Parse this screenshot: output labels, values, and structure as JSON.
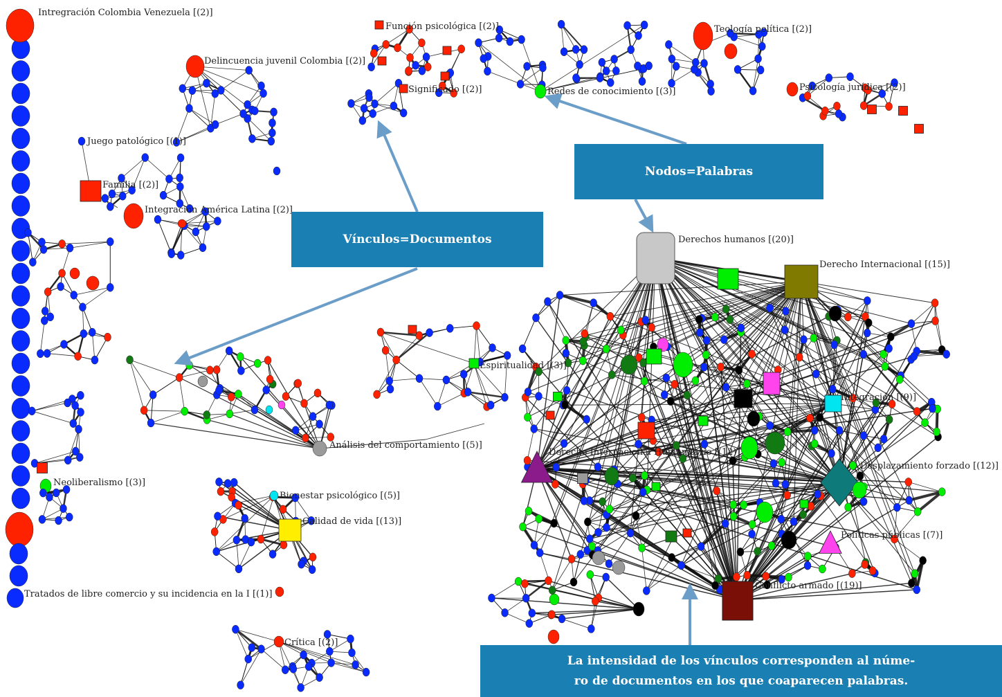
{
  "callouts": {
    "nodos": "Nodos=Palabras",
    "vinculos": "Vínculos=Documentos",
    "intensidad_line1": "La intensidad de los vínculos corresponden al núme-",
    "intensidad_line2": "ro de documentos en los que coaparecen palabras."
  },
  "colors": {
    "callout_bg": "#1a7fb2",
    "node_blue": "#0a2bff",
    "node_red": "#ff2200",
    "node_green": "#00ee00",
    "node_darkgreen": "#127a12",
    "node_gray": "#9a9a9a",
    "node_cyan": "#00e5f0",
    "node_yellow": "#ffee00",
    "node_olive": "#807a00",
    "node_purple": "#8b1a8b",
    "node_teal": "#0e7a7a",
    "node_magenta": "#ff44ee",
    "node_maroon": "#7a0f08",
    "arrow": "#6a9dc8"
  },
  "labels": [
    {
      "id": "integracion-colombia-venezuela",
      "text": "Intregración Colombia Venezuela [(2)]"
    },
    {
      "id": "funcion-psicologica",
      "text": "Función psicológica [(2)]"
    },
    {
      "id": "teologia-politica",
      "text": "Teología política [(2)]"
    },
    {
      "id": "delincuencia-juvenil",
      "text": "Delincuencia juvenil Colombia [(2)]"
    },
    {
      "id": "significado",
      "text": "Significado [(2)]"
    },
    {
      "id": "redes-conocimiento",
      "text": "Redes de conocimiento [(3)]"
    },
    {
      "id": "psicologia-juridica",
      "text": "Psicología jurídica [(2)]"
    },
    {
      "id": "juego-patologico",
      "text": "Juego patológico [(1)]"
    },
    {
      "id": "familia",
      "text": "Familia [(2)]"
    },
    {
      "id": "integracion-america-latina",
      "text": "Integración América Latina [(2)]"
    },
    {
      "id": "derechos-humanos",
      "text": "Derechos humanos [(20)]"
    },
    {
      "id": "derecho-internacional",
      "text": "Derecho Internacional [(15)]"
    },
    {
      "id": "espiritualidad",
      "text": "Espiritualidad [(3)]"
    },
    {
      "id": "integracion",
      "text": "Integración [(9)]"
    },
    {
      "id": "analisis-comportamiento",
      "text": "Análisis del comportamiento [(5)]"
    },
    {
      "id": "dih",
      "text": "Derecho Internacional Humanitario [(12)]"
    },
    {
      "id": "desplazamiento-forzado",
      "text": "Desplazamiento forzado [(12)]"
    },
    {
      "id": "neoliberalismo",
      "text": "Neoliberalismo [(3)]"
    },
    {
      "id": "bienestar-psicologico",
      "text": "Bienestar psicológico [(5)]"
    },
    {
      "id": "calidad-vida",
      "text": "Calidad de vida [(13)]"
    },
    {
      "id": "politicas-publicas",
      "text": "Políticas públicas [(7)]"
    },
    {
      "id": "conflicto-armado",
      "text": "Conflicto armado [(19)]"
    },
    {
      "id": "tratados-libre-comercio",
      "text": "Tratados de libre comercio y su incidencia en la I [(1)]"
    },
    {
      "id": "critica",
      "text": "Crítica [(2)]"
    }
  ]
}
